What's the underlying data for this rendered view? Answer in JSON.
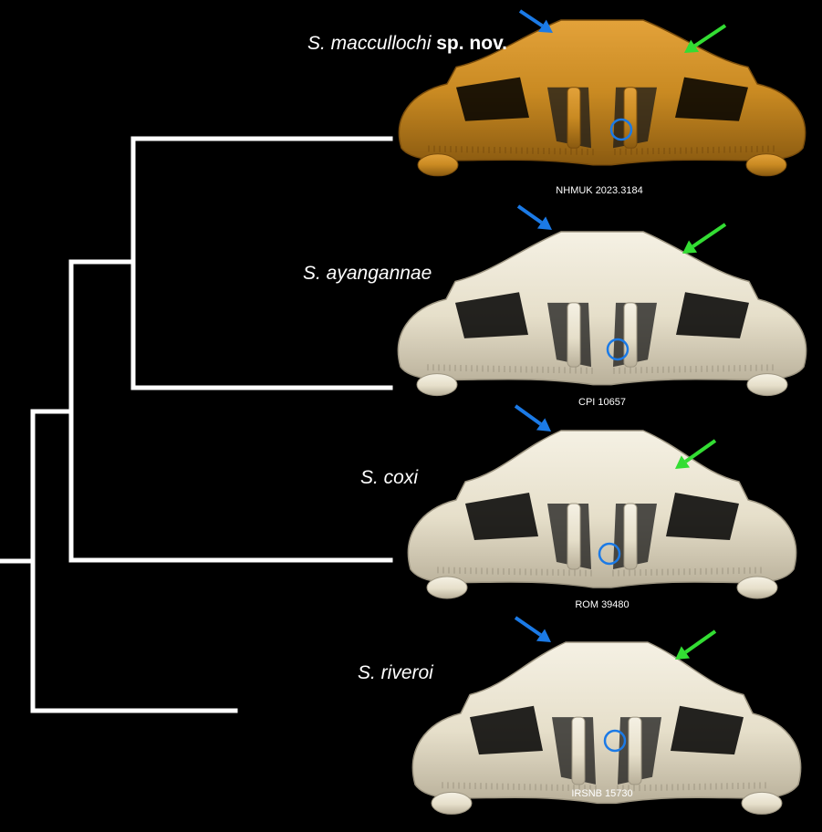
{
  "colors": {
    "background": "#000000",
    "tree": "#ffffff",
    "skull_gold": "#c98a22",
    "skull_bone": "#ece6d3",
    "arrow_dorsal": "#1b7ae6",
    "arrow_lateral": "#33dd33",
    "circle_marker": "#1b7ae6"
  },
  "taxa": [
    {
      "name": "S. maccullochi",
      "suffix": "sp. nov.",
      "specimen": "NHMUK 2023.3184",
      "skull_color": "gold"
    },
    {
      "name": "S. ayangannae",
      "suffix": "",
      "specimen": "CPI 10657",
      "skull_color": "bone"
    },
    {
      "name": "S. coxi",
      "suffix": "",
      "specimen": "ROM 39480",
      "skull_color": "bone"
    },
    {
      "name": "S. riveroi",
      "suffix": "",
      "specimen": "IRSNB 15730",
      "skull_color": "bone"
    }
  ],
  "icons": [
    "blue-arrow-icon",
    "green-arrow-icon",
    "blue-circle-marker-icon"
  ]
}
